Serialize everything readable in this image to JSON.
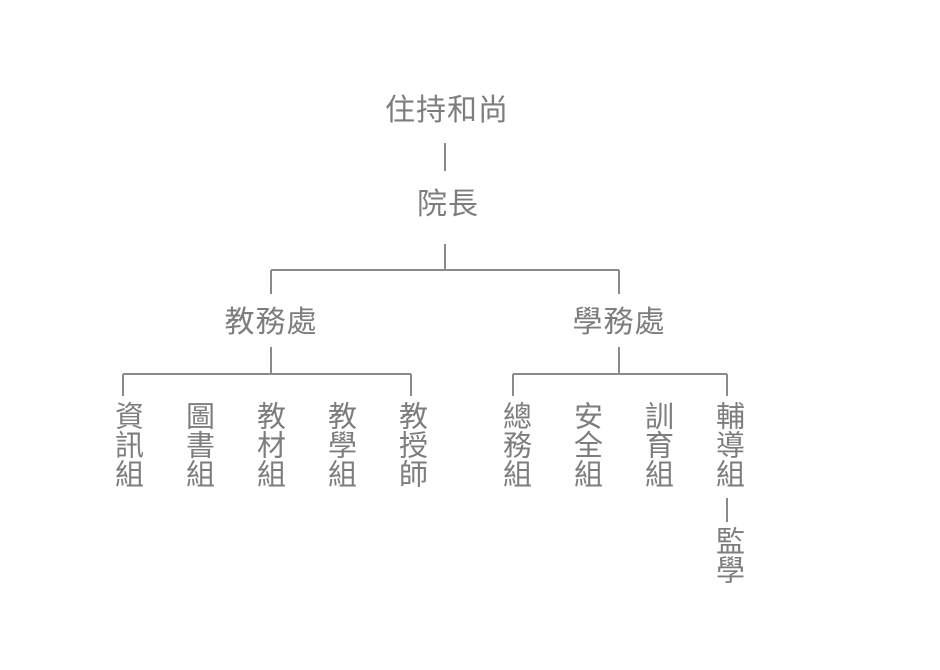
{
  "org": {
    "abbot": "住持和尚",
    "president": "院長",
    "academic_office": "教務處",
    "student_office": "學務處",
    "info_group": "資訊組",
    "library_group": "圖書組",
    "materials_group": "教材組",
    "teaching_group": "教學組",
    "professors": "教授師",
    "general_affairs_group": "總務組",
    "safety_group": "安全組",
    "discipline_group": "訓育組",
    "counseling_group": "輔導組",
    "supervisor": "監學"
  },
  "colors": {
    "line": "#8a8a8a",
    "text": "#7d7d7d"
  }
}
